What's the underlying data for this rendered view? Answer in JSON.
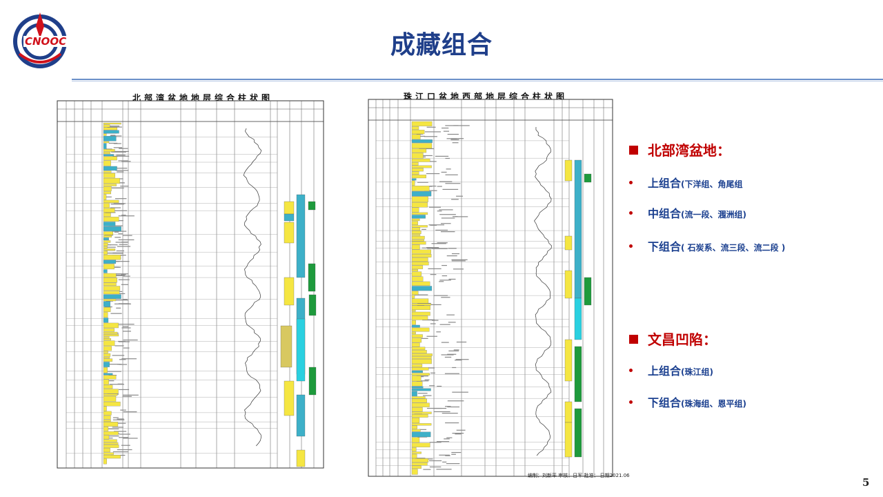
{
  "logo_text": "CNOOC",
  "title": "成藏组合",
  "left_panel": {
    "title": "北部湾盆地地层综合柱状图"
  },
  "right_panel": {
    "title": "珠江口盆地西部地层综合柱状图",
    "footer": "编制：刘新平  审核：日军  批准：  日期2021.06"
  },
  "sections": [
    {
      "heading": "北部湾盆地：",
      "items": [
        {
          "main": "上组合",
          "sub": "(下洋组、角尾组"
        },
        {
          "main": "中组合",
          "sub": "(流一段、涠洲组)"
        },
        {
          "main": "下组合",
          "sub": "( 石炭系、流三段、流二段 )"
        }
      ]
    },
    {
      "heading": "文昌凹陷：",
      "items": [
        {
          "main": "上组合",
          "sub": "(珠江组)"
        },
        {
          "main": "下组合",
          "sub": "(珠海组、恩平组)"
        }
      ]
    }
  ],
  "page_number": "5",
  "colors": {
    "title": "#1f3f8a",
    "heading": "#c00000",
    "item": "#1a3f8f",
    "bullet": "#c00000"
  },
  "icons": [
    "cnooc-logo-icon",
    "square-bullet-icon",
    "dot-bullet-icon"
  ]
}
